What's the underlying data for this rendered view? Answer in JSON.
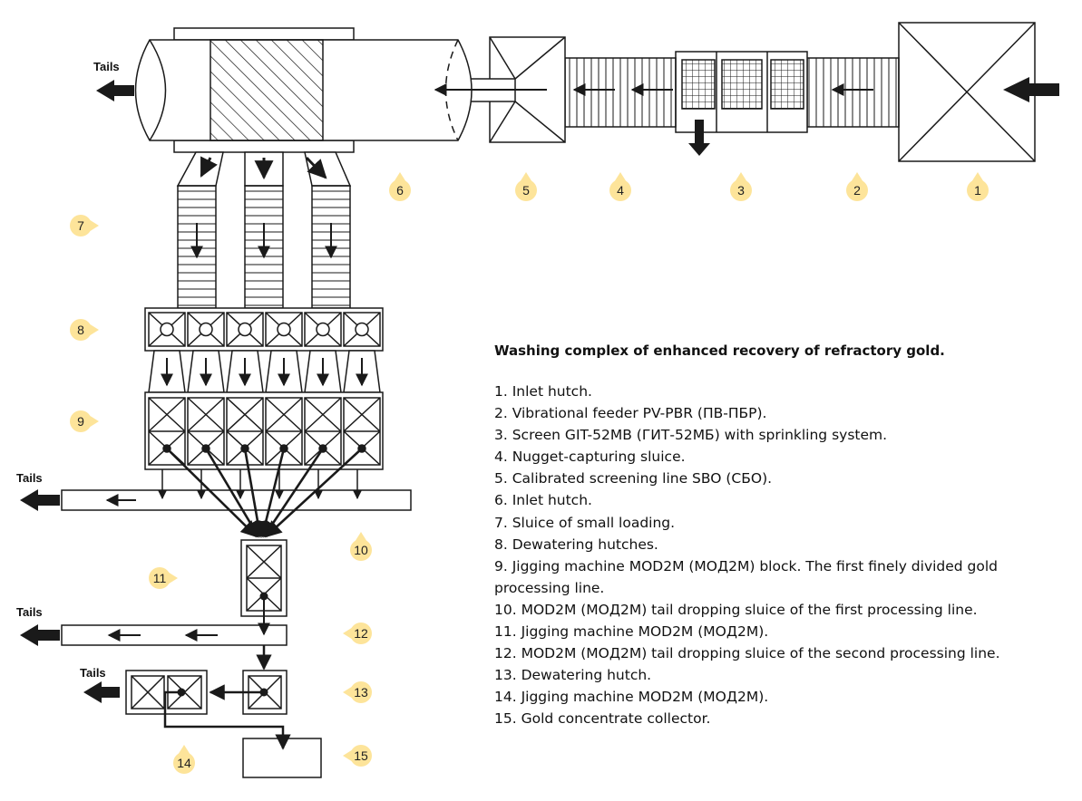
{
  "diagram": {
    "title": "Washing complex of enhanced recovery of refractory gold.",
    "tails_label": "Tails",
    "colors": {
      "badge": "#fde49a",
      "line": "#1a1a1a",
      "background": "#ffffff"
    },
    "badges": [
      {
        "number": "1",
        "direction": "up"
      },
      {
        "number": "2",
        "direction": "up"
      },
      {
        "number": "3",
        "direction": "up"
      },
      {
        "number": "4",
        "direction": "up"
      },
      {
        "number": "5",
        "direction": "up"
      },
      {
        "number": "6",
        "direction": "up"
      },
      {
        "number": "7",
        "direction": "right"
      },
      {
        "number": "8",
        "direction": "right"
      },
      {
        "number": "9",
        "direction": "right"
      },
      {
        "number": "10",
        "direction": "up"
      },
      {
        "number": "11",
        "direction": "right"
      },
      {
        "number": "12",
        "direction": "left"
      },
      {
        "number": "13",
        "direction": "left"
      },
      {
        "number": "14",
        "direction": "up"
      },
      {
        "number": "15",
        "direction": "left"
      }
    ],
    "legend": [
      "1. Inlet hutch.",
      "2. Vibrational feeder PV-PBR (ПВ-ПБР).",
      "3. Screen GIT-52MB (ГИТ-52МБ) with sprinkling system.",
      "4. Nugget-capturing sluice.",
      "5. Calibrated screening line SBO (СБО).",
      "6. Inlet hutch.",
      "7. Sluice of small loading.",
      "8. Dewatering hutches.",
      "9. Jigging machine MOD2M (МОД2М) block. The first finely divided gold processing line.",
      "10. MOD2M (МОД2М) tail dropping sluice of the first processing line.",
      "11. Jigging machine MOD2M (МОД2М).",
      "12. MOD2M (МОД2М) tail dropping sluice of the second processing line.",
      "13. Dewatering hutch.",
      "14. Jigging machine MOD2M (МОД2М).",
      "15. Gold concentrate collector."
    ]
  }
}
